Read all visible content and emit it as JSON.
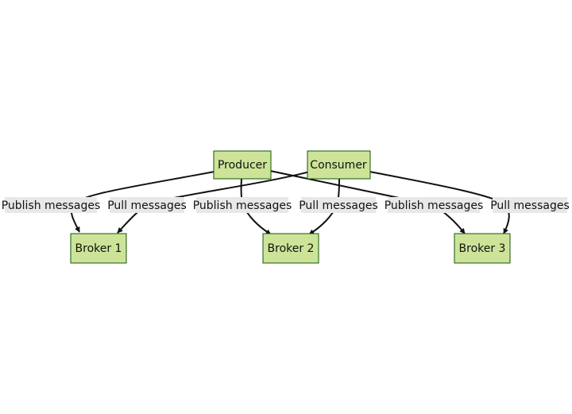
{
  "nodes": {
    "producer": "Producer",
    "consumer": "Consumer",
    "broker1": "Broker 1",
    "broker2": "Broker 2",
    "broker3": "Broker 3"
  },
  "edges": [
    {
      "from": "Producer",
      "to": "Broker 1",
      "label": "Publish messages"
    },
    {
      "from": "Consumer",
      "to": "Broker 1",
      "label": "Pull messages"
    },
    {
      "from": "Producer",
      "to": "Broker 2",
      "label": "Publish messages"
    },
    {
      "from": "Consumer",
      "to": "Broker 2",
      "label": "Pull messages"
    },
    {
      "from": "Producer",
      "to": "Broker 3",
      "label": "Publish messages"
    },
    {
      "from": "Consumer",
      "to": "Broker 3",
      "label": "Pull messages"
    }
  ],
  "colors": {
    "node_fill": "#cde498",
    "node_stroke": "#13540c",
    "edge": "#111111",
    "label_background": "#e8e8e8"
  }
}
